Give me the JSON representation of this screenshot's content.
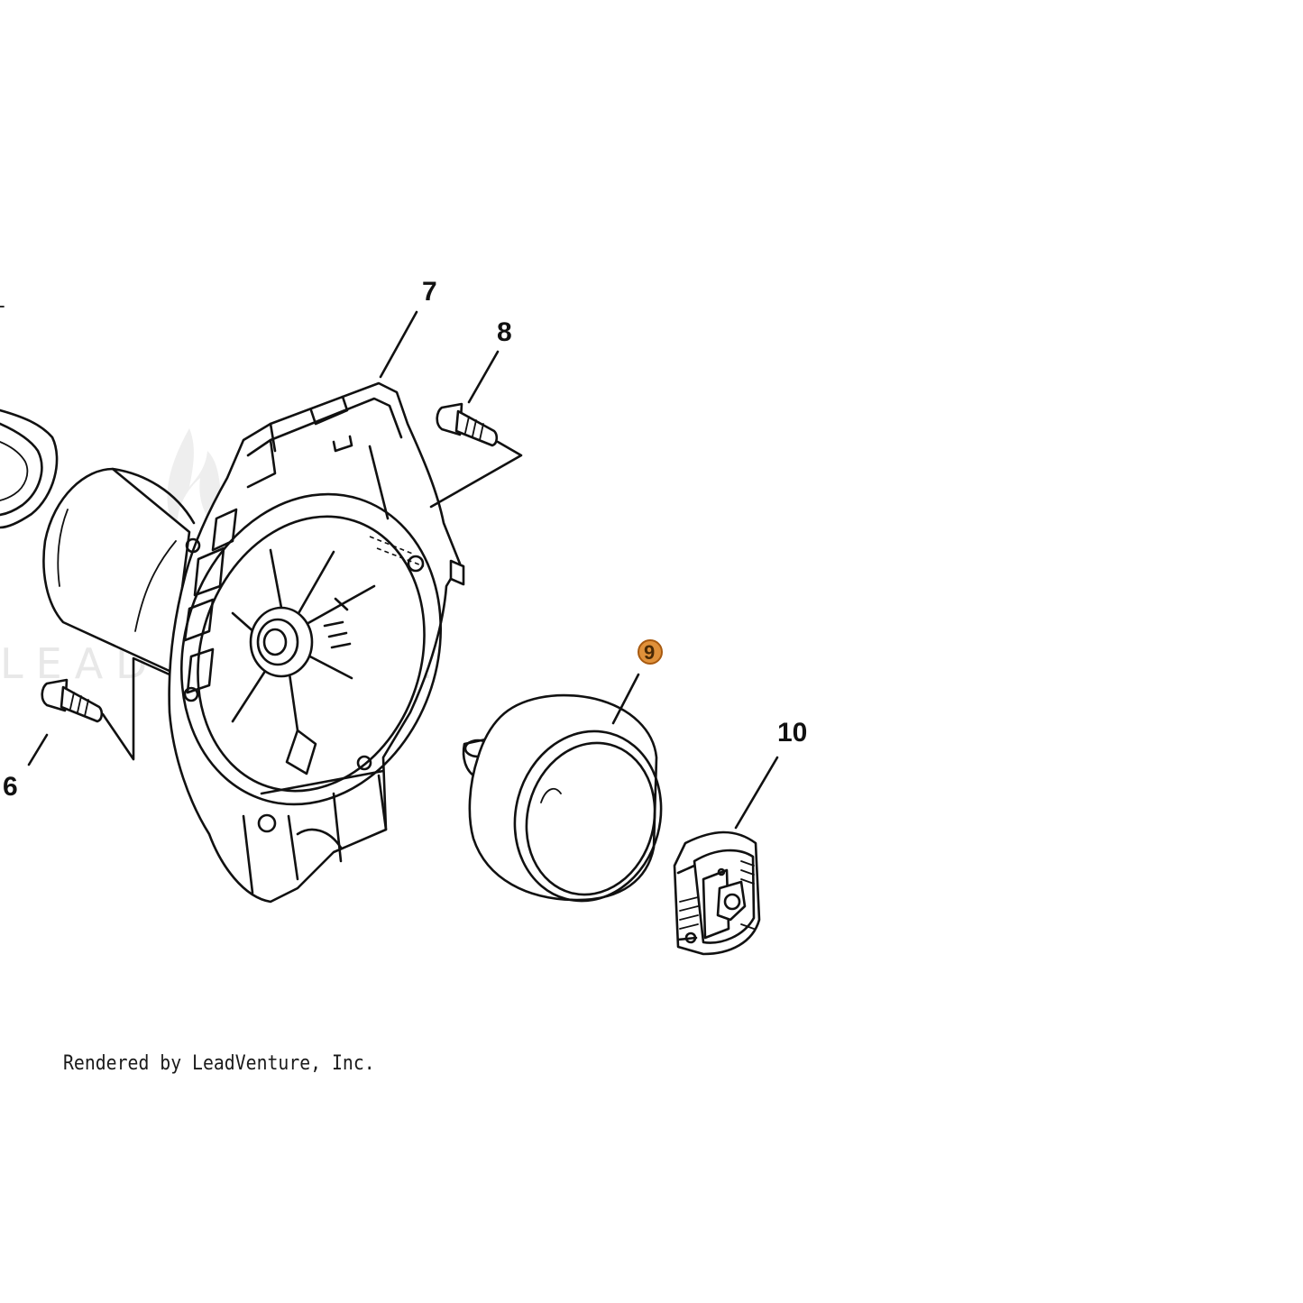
{
  "callouts": {
    "item6": "6",
    "item7": "7",
    "item8": "8",
    "item9": "9",
    "item10": "10"
  },
  "watermark": "LEADVENTURE",
  "credit": "Rendered by LeadVenture, Inc.",
  "colors": {
    "line": "#111111",
    "highlight_fill": "#e0913a",
    "highlight_stroke": "#a85a10",
    "watermark": "#e8e8e8"
  }
}
